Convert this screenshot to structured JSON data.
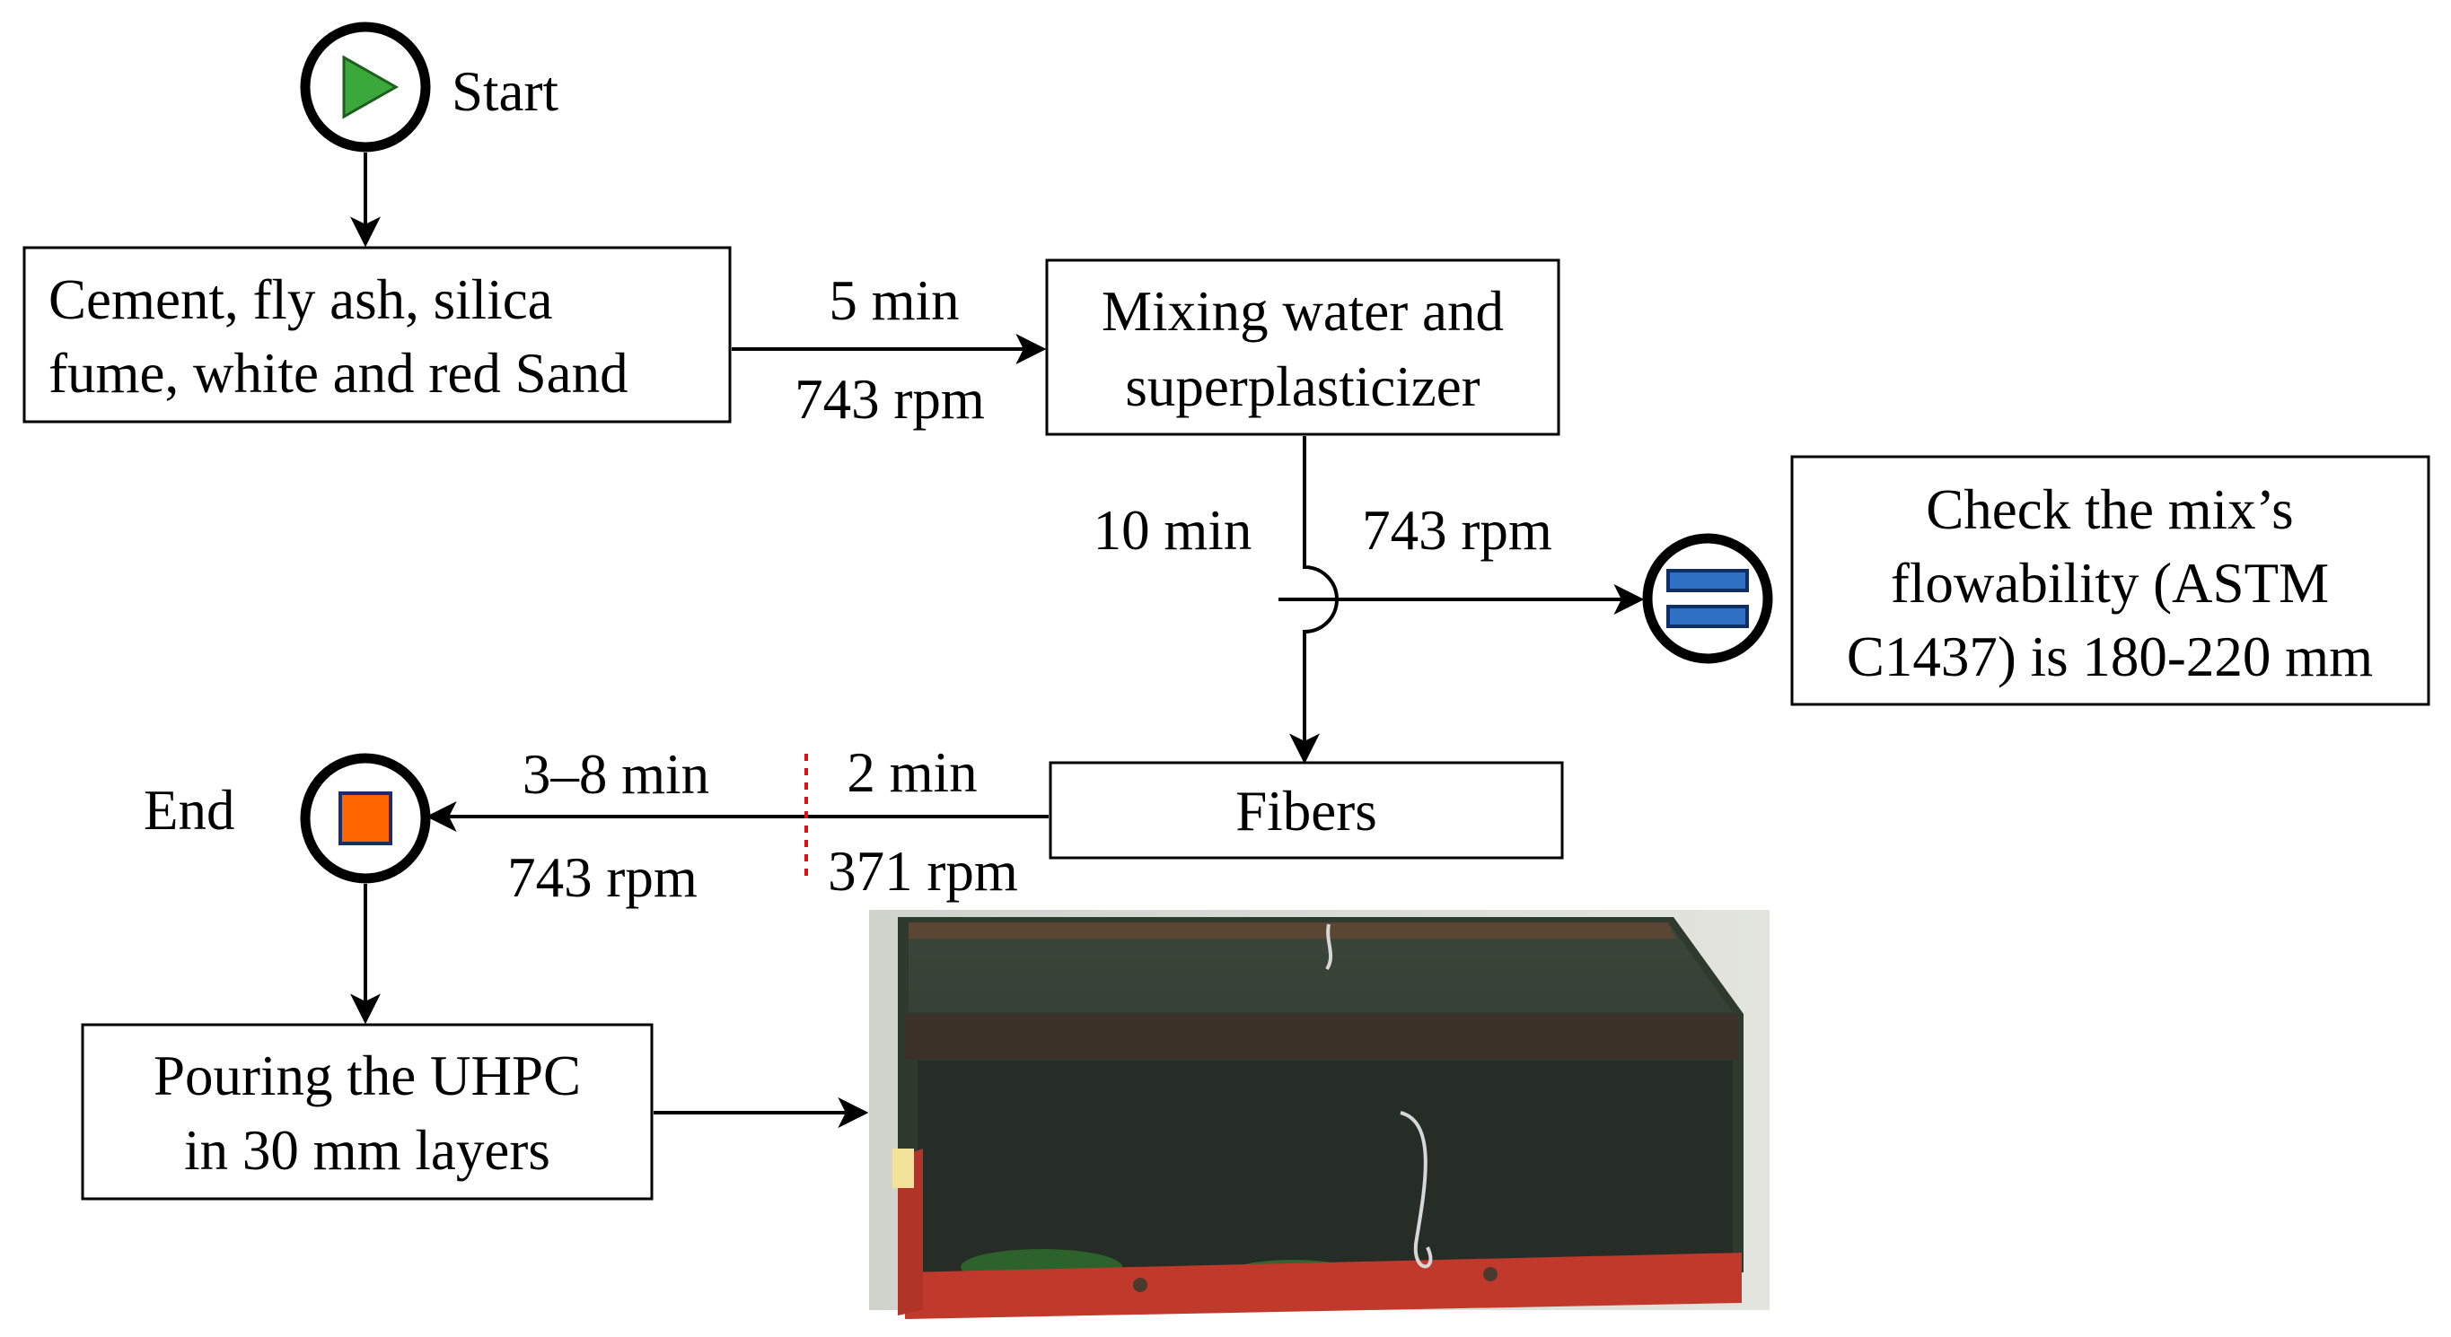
{
  "diagram": {
    "terminals": {
      "start_label": "Start",
      "end_label": "End"
    },
    "nodes": {
      "materials": {
        "lines": [
          "Cement, fly ash, silica",
          "fume, white and red Sand"
        ]
      },
      "mixing": {
        "lines": [
          "Mixing water and",
          "superplasticizer"
        ]
      },
      "flow_check": {
        "lines": [
          "Check the mix’s",
          "flowability (ASTM",
          "C1437) is 180-220 mm"
        ]
      },
      "fibers": {
        "lines": [
          "Fibers"
        ]
      },
      "pouring": {
        "lines": [
          "Pouring the UHPC",
          "in 30 mm layers"
        ]
      }
    },
    "edges": {
      "materials_to_mixing": {
        "time": "5 min",
        "speed": "743 rpm"
      },
      "mixing_to_fibers": {
        "time": "10 min",
        "speed": "743 rpm"
      },
      "fibers_stage_one": {
        "time": "2 min",
        "speed": "371 rpm"
      },
      "fibers_stage_two": {
        "time": "3–8 min",
        "speed": "743 rpm"
      }
    },
    "colors": {
      "start_triangle": "#3aa83a",
      "end_square": "#ff6600",
      "check_bars": "#2f6fc4",
      "stage_divider": "#e01010",
      "mold_steel": "#3e4a3e",
      "mold_rust": "#c0392b"
    },
    "icons": {
      "start": "play-icon",
      "end": "stop-icon",
      "check": "equals-icon"
    }
  }
}
